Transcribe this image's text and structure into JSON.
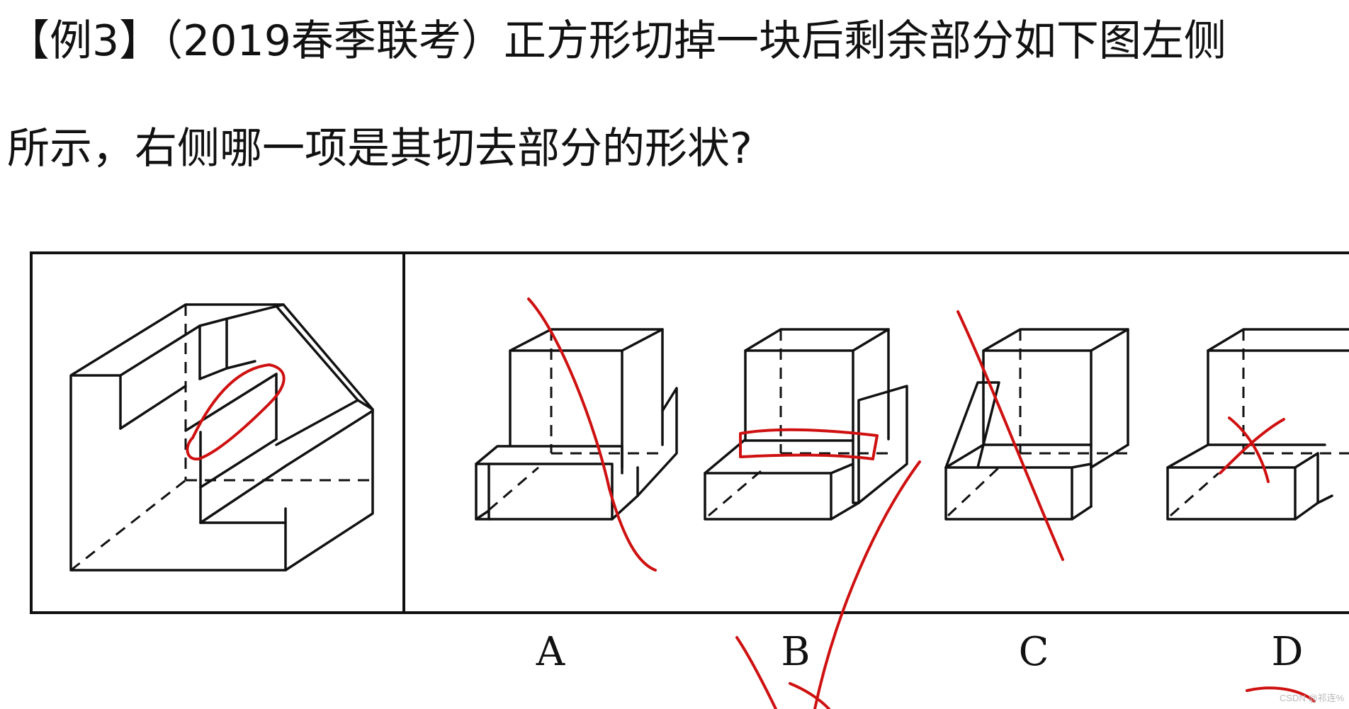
{
  "question": {
    "line1": "【例3】（2019春季联考）正方形切掉一块后剩余部分如下图左侧",
    "line2": "所示，右侧哪一项是其切去部分的形状?"
  },
  "options": [
    "A",
    "B",
    "C",
    "D"
  ],
  "watermark": "CSDN @祁连%",
  "colors": {
    "ink": "#cf1010",
    "line": "#111111",
    "background": "#ffffff"
  }
}
